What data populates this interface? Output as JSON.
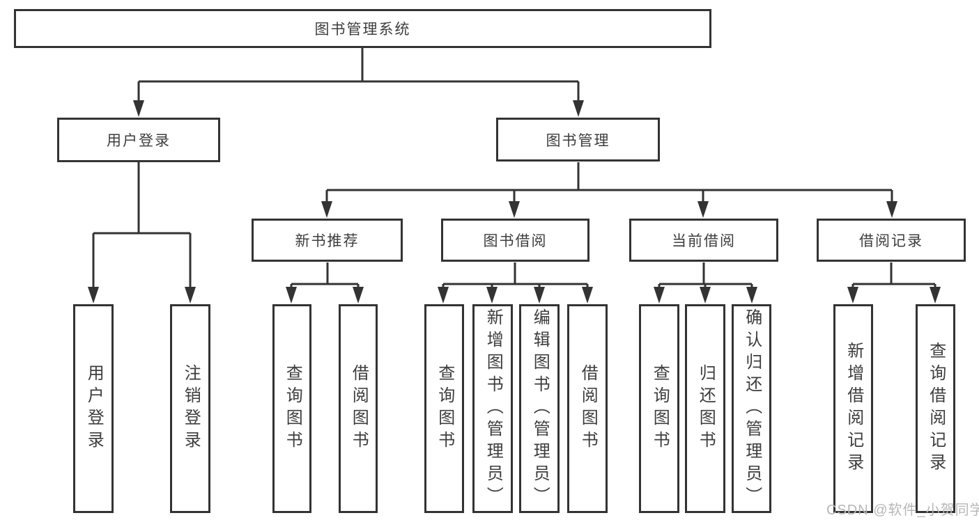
{
  "diagram": {
    "title": "图书管理系统",
    "level2": {
      "user_login": "用户登录",
      "book_management": "图书管理"
    },
    "level3": {
      "new_book_recommend": "新书推荐",
      "book_borrowing": "图书借阅",
      "current_borrowing": "当前借阅",
      "borrow_records": "借阅记录"
    },
    "leaves": {
      "user_login": "用户登录",
      "logout": "注销登录",
      "nbr_query_book": "查询图书",
      "nbr_borrow_book": "借阅图书",
      "bb_query_book": "查询图书",
      "bb_add_book": "新增图书（管理员）",
      "bb_edit_book": "编辑图书（管理员）",
      "bb_borrow_book": "借阅图书",
      "cb_query_book": "查询图书",
      "cb_return_book": "归还图书",
      "cb_confirm_return": "确认归还（管理员）",
      "br_add_record": "新增借阅记录",
      "br_query_record": "查询借阅记录"
    },
    "watermark": "CSDN @软件_小贺同学",
    "colors": {
      "line": "#333333",
      "text": "#3d3d3d",
      "watermark": "#b7b7b7",
      "background": "#ffffff"
    }
  }
}
